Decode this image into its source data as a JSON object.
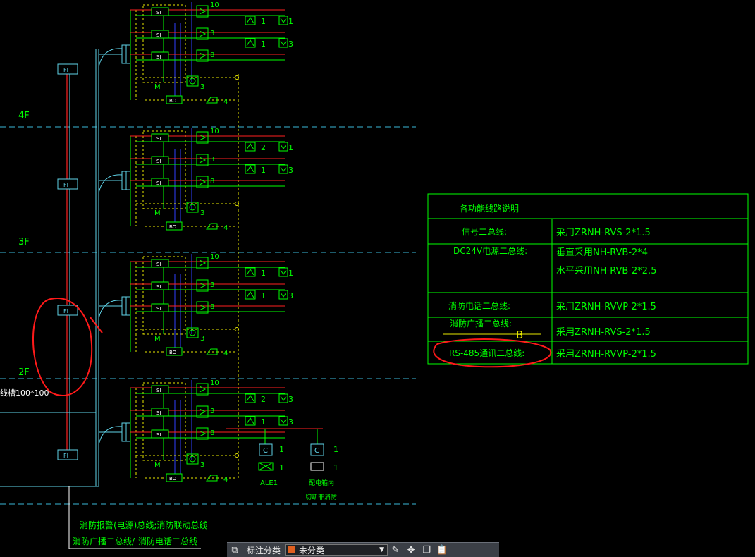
{
  "floors": [
    "4F",
    "3F",
    "2F"
  ],
  "left_edge_label": "线槽100*100",
  "fi_label": "FI",
  "module_si": "SI",
  "module_bo": "BO",
  "module_m": "M",
  "counts": {
    "n10": "10",
    "n3": "3",
    "n8": "8",
    "n4": "4",
    "n1": "1",
    "n2": "2"
  },
  "extra_devices": {
    "ale": "ALE1",
    "c": "C",
    "power_box_line1": "配电箱内",
    "power_box_line2": "切断非消防"
  },
  "legend": {
    "title": "各功能线路说明",
    "rows": [
      {
        "name": "信号二总线:",
        "spec": [
          "采用ZRNH-RVS-2*1.5"
        ]
      },
      {
        "name": "DC24V电源二总线:",
        "spec": [
          "垂直采用NH-RVB-2*4",
          "水平采用NH-RVB-2*2.5"
        ]
      },
      {
        "name": "消防电话二总线:",
        "spec": [
          "采用ZRNH-RVVP-2*1.5"
        ]
      },
      {
        "name": "消防广播二总线:",
        "spec": [
          "采用ZRNH-RVS-2*1.5"
        ],
        "symbol": "B"
      },
      {
        "name": "RS-485通讯二总线:",
        "spec": [
          "采用ZRNH-RVVP-2*1.5"
        ]
      }
    ]
  },
  "bottom_notes": {
    "line1": "消防报警(电源)总线;消防联动总线",
    "line2a": "消防广播二总线/",
    "line2b": "消防电话二总线"
  },
  "toolbar": {
    "label": "标注分类",
    "selected": "未分类",
    "swatch_color": "#e06020",
    "icons": [
      "multi-window-icon",
      "pen-edit-icon",
      "move-icon",
      "copy-icon",
      "paste-icon"
    ]
  },
  "colors": {
    "green": "#00ff00",
    "cyan": "#5fd3e8",
    "red": "#ff2020",
    "blue": "#3040ff",
    "yellow": "#e8e800",
    "dash": "#3ab8d8",
    "annotation": "#ff1a1a"
  }
}
